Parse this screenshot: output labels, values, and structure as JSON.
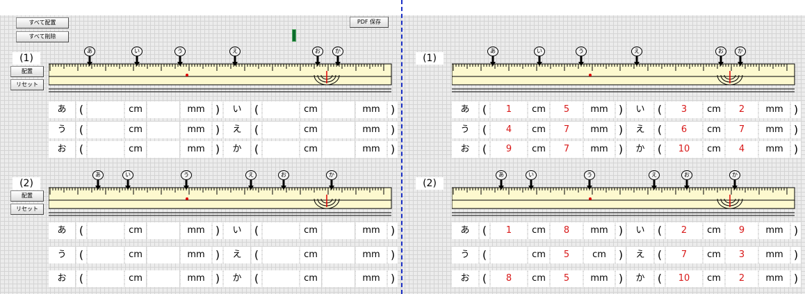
{
  "toolbar": {
    "place_all": "すべて配置",
    "delete_all": "すべて削除",
    "pdf_save": "PDF 保存"
  },
  "side_buttons": {
    "place": "配置",
    "reset": "リセット"
  },
  "colors": {
    "divider": "#1a2fc7",
    "answer": "#d81818",
    "ruler": "#fdf9cf",
    "ruler_red": "#e00000"
  },
  "units": {
    "cm": "cm",
    "mm": "mm",
    "open": "(",
    "close": ")"
  },
  "worksheet": {
    "questions": [
      {
        "label": "(1)",
        "markers": [
          "あ",
          "い",
          "う",
          "え",
          "お",
          "か"
        ],
        "rows": [
          [
            "あ",
            "い"
          ],
          [
            "う",
            "え"
          ],
          [
            "お",
            "か"
          ]
        ]
      },
      {
        "label": "(2)",
        "markers": [
          "あ",
          "い",
          "う",
          "え",
          "お",
          "か"
        ],
        "rows": [
          [
            "あ",
            "い"
          ],
          [
            "う",
            "え"
          ],
          [
            "お",
            "か"
          ]
        ]
      }
    ]
  },
  "answers": {
    "q1": [
      {
        "name": "あ",
        "cm": "1",
        "mm": "5"
      },
      {
        "name": "い",
        "cm": "3",
        "mm": "2"
      },
      {
        "name": "う",
        "cm": "4",
        "mm": "7"
      },
      {
        "name": "え",
        "cm": "6",
        "mm": "7"
      },
      {
        "name": "お",
        "cm": "9",
        "mm": "7"
      },
      {
        "name": "か",
        "cm": "10",
        "mm": "4"
      }
    ],
    "q2": [
      {
        "name": "あ",
        "cm": "1",
        "mm": "8"
      },
      {
        "name": "い",
        "cm": "2",
        "mm": "9"
      },
      {
        "name": "う",
        "cm": "",
        "mm": "5",
        "unit2": "cm"
      },
      {
        "name": "え",
        "cm": "7",
        "mm": "3"
      },
      {
        "name": "お",
        "cm": "8",
        "mm": "5"
      },
      {
        "name": "か",
        "cm": "10",
        "mm": "2"
      }
    ]
  }
}
